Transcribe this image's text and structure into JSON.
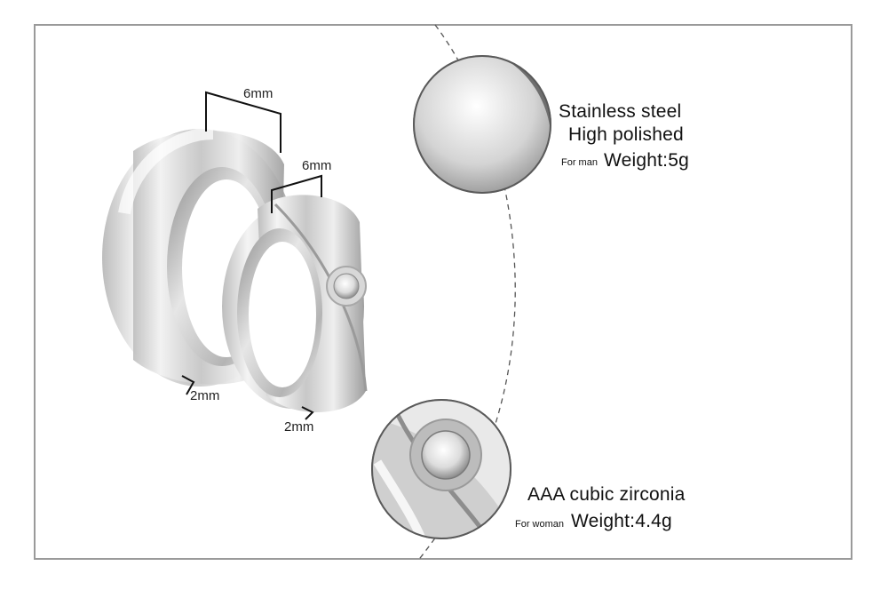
{
  "dimensions": {
    "wide_band_width": "6mm",
    "narrow_band_width": "6mm",
    "wide_band_thickness": "2mm",
    "narrow_band_thickness": "2mm"
  },
  "man_ring": {
    "material": "Stainless steel",
    "finish": "High polished",
    "for_label": "For man",
    "weight_label": "Weight:5g"
  },
  "woman_ring": {
    "stone": "AAA cubic zirconia",
    "for_label": "For woman",
    "weight_label": "Weight:4.4g"
  }
}
